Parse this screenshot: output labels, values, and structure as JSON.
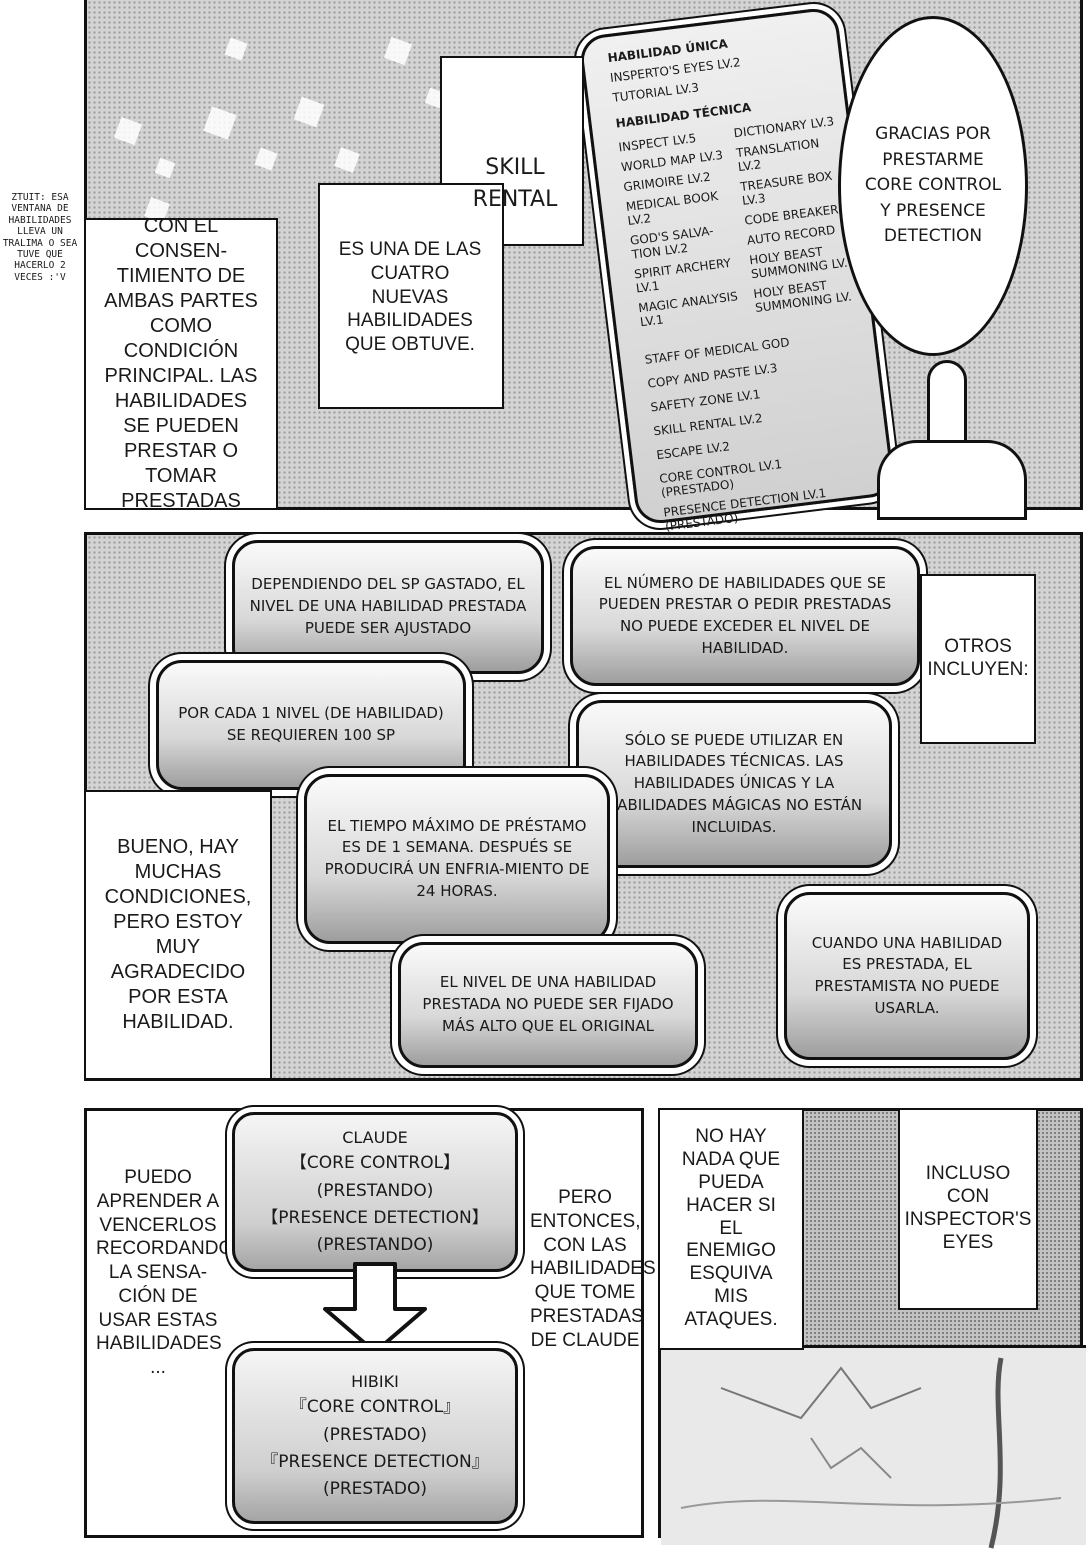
{
  "translator_note": "ZTUIT: ESA VENTANA DE HABILIDADES LLEVA UN TRALIMA O SEA TUVE QUE HACERLO 2 VECES :'V",
  "panel1": {
    "narration": "CON EL CONSEN-TIMIENTO DE AMBAS PARTES COMO CONDICIÓN PRINCIPAL. LAS HABILIDADES SE PUEDEN PRESTAR O TOMAR PRESTADAS",
    "skill_title": "SKILL RENTAL",
    "skill_desc": "ES UNA DE LAS CUATRO NUEVAS HABILIDADES QUE OBTUVE.",
    "speech": "GRACIAS POR PRESTARME CORE CONTROL Y PRESENCE DETECTION",
    "skill_window": {
      "unique_header": "HABILIDAD ÚNICA",
      "unique": [
        "INSPERTO'S EYES LV.2",
        "TUTORIAL LV.3"
      ],
      "tech_header": "HABILIDAD TÉCNICA",
      "tech_left": [
        "INSPECT LV.5",
        "WORLD MAP LV.3",
        "GRIMOIRE LV.2",
        "MEDICAL BOOK LV.2",
        "GOD'S SALVA-TION LV.2",
        "SPIRIT ARCHERY LV.1",
        "MAGIC ANALYSIS LV.1"
      ],
      "tech_right": [
        "DICTIONARY LV.3",
        "TRANSLATION LV.2",
        "TREASURE BOX LV.3",
        "CODE BREAKER",
        "AUTO RECORD",
        "HOLY BEAST SUMMONING LV.",
        "HOLY BEAST SUMMONING LV."
      ],
      "bottom": [
        "STAFF OF MEDICAL GOD",
        "COPY AND PASTE LV.3",
        "SAFETY ZONE LV.1",
        "SKILL RENTAL LV.2",
        "ESCAPE LV.2",
        "CORE CONTROL LV.1 (PRESTADO)",
        "PRESENCE DETECTION LV.1 (PRESTADO)"
      ]
    }
  },
  "panel2": {
    "conditions": [
      "DEPENDIENDO DEL SP GASTADO, EL NIVEL DE UNA HABILIDAD PRESTADA PUEDE SER AJUSTADO",
      "EL NÚMERO DE HABILIDADES QUE SE PUEDEN PRESTAR O PEDIR PRESTADAS NO PUEDE EXCEDER EL NIVEL DE HABILIDAD.",
      "POR CADA 1 NIVEL (DE HABILIDAD) SE REQUIEREN 100 SP",
      "SÓLO SE PUEDE UTILIZAR EN HABILIDADES TÉCNICAS. LAS HABILIDADES ÚNICAS Y LA HABILIDADES MÁGICAS NO ESTÁN INCLUIDAS.",
      "EL TIEMPO MÁXIMO DE PRÉSTAMO ES DE 1 SEMANA. DESPUÉS SE PRODUCIRÁ UN ENFRIA-MIENTO DE 24 HORAS.",
      "EL NIVEL DE UNA HABILIDAD PRESTADA NO PUEDE SER FIJADO MÁS ALTO QUE EL ORIGINAL",
      "CUANDO UNA HABILIDAD ES PRESTADA, EL PRESTAMISTA NO PUEDE USARLA."
    ],
    "others": "OTROS INCLUYEN:",
    "narration": "BUENO, HAY MUCHAS CONDICIONES, PERO ESTOY MUY AGRADECIDO POR ESTA HABILIDAD."
  },
  "panel3": {
    "left_narration": "PUEDO APRENDER A VENCERLOS RECORDANDO LA SENSA-CIÓN DE USAR ESTAS HABILIDADES ...",
    "right_narration": "PERO ENTONCES, CON LAS HABILIDADES QUE TOME PRESTADAS DE CLAUDE",
    "claude": {
      "name": "CLAUDE",
      "skill1": "CORE CONTROL",
      "status1": "(PRESTANDO)",
      "skill2": "PRESENCE DETECTION",
      "status2": "(PRESTANDO)"
    },
    "hibiki": {
      "name": "HIBIKI",
      "skill1": "CORE CONTROL",
      "status1": "(PRESTADO)",
      "skill2": "PRESENCE DETECTION",
      "status2": "(PRESTADO)"
    }
  },
  "panel4": {
    "narration1": "NO HAY NADA QUE PUEDA HACER SI EL ENEMIGO ESQUIVA MIS ATAQUES.",
    "narration2": "INCLUSO CON INSPECTOR'S EYES"
  }
}
